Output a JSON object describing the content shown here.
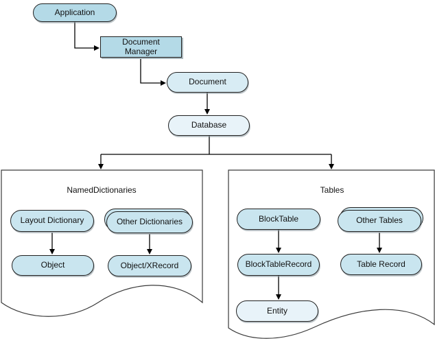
{
  "nodes": {
    "application": {
      "label": "Application"
    },
    "document_manager": {
      "label": "Document Manager"
    },
    "document": {
      "label": "Document"
    },
    "database": {
      "label": "Database"
    },
    "layout_dictionary": {
      "label": "Layout Dictionary"
    },
    "other_dictionaries": {
      "label": "Other Dictionaries"
    },
    "object": {
      "label": "Object"
    },
    "object_xrecord": {
      "label": "Object/XRecord"
    },
    "block_table": {
      "label": "BlockTable"
    },
    "block_table_record": {
      "label": "BlockTableRecord"
    },
    "entity": {
      "label": "Entity"
    },
    "other_tables": {
      "label": "Other Tables"
    },
    "table_record": {
      "label": "Table Record"
    }
  },
  "containers": {
    "named_dictionaries": {
      "title": "NamedDictionaries",
      "shape": "document-wave"
    },
    "tables": {
      "title": "Tables",
      "shape": "document-wave"
    }
  },
  "edges": [
    {
      "from": "Application",
      "to": "Document Manager"
    },
    {
      "from": "Document Manager",
      "to": "Document"
    },
    {
      "from": "Document",
      "to": "Database"
    },
    {
      "from": "Database",
      "to": "NamedDictionaries"
    },
    {
      "from": "Database",
      "to": "Tables"
    },
    {
      "from": "Layout Dictionary",
      "to": "Object"
    },
    {
      "from": "Other Dictionaries",
      "to": "Object/XRecord"
    },
    {
      "from": "BlockTable",
      "to": "BlockTableRecord"
    },
    {
      "from": "BlockTableRecord",
      "to": "Entity"
    },
    {
      "from": "Other Tables",
      "to": "Table Record"
    }
  ],
  "colors": {
    "node_fill_primary": "#b4dae7",
    "node_fill_mid": "#c9e5ef",
    "node_fill_light": "#d8ecf4",
    "node_fill_pale": "#e8f3f9",
    "node_border": "#1f1f1f",
    "connector": "#000000",
    "container_fill": "#ffffff",
    "container_border": "#3a3a3a",
    "shadow": "#aab8bd"
  }
}
